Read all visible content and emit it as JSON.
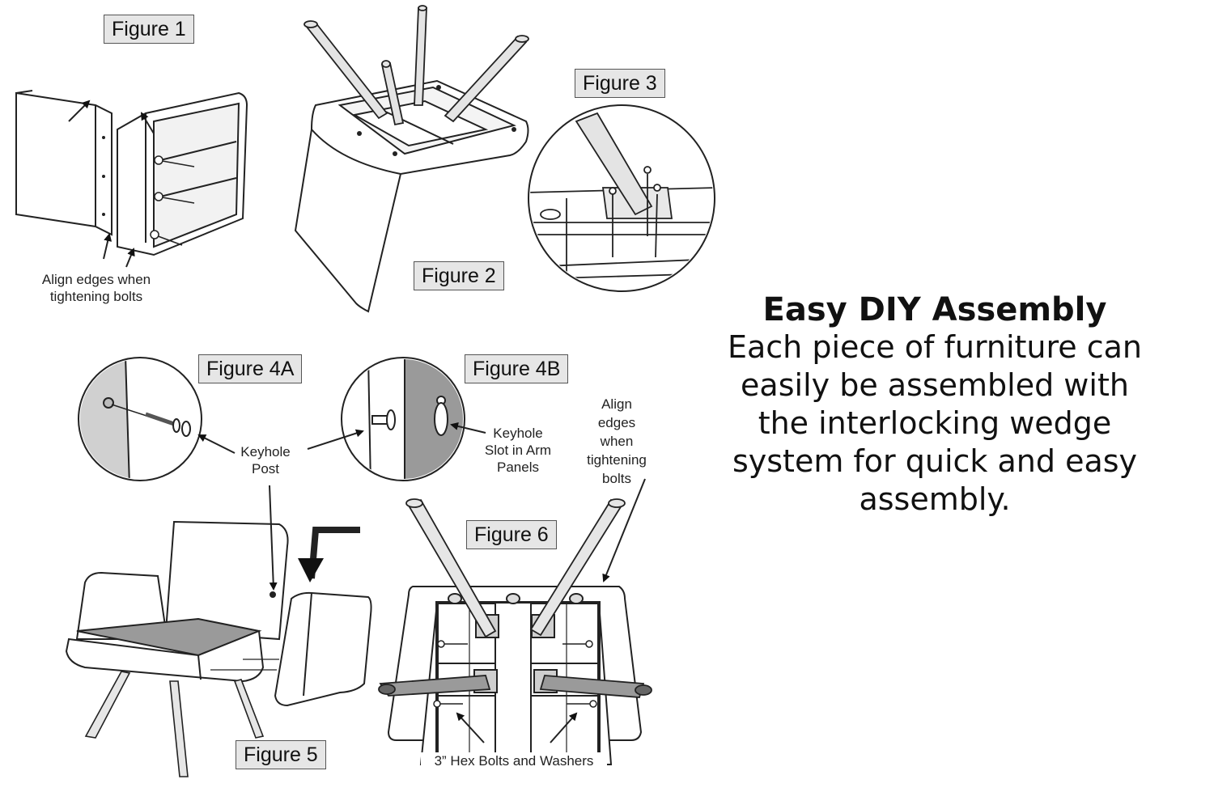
{
  "figures": {
    "fig1": "Figure 1",
    "fig2": "Figure 2",
    "fig3": "Figure 3",
    "fig4a": "Figure 4A",
    "fig4b": "Figure 4B",
    "fig5": "Figure 5",
    "fig6": "Figure 6"
  },
  "notes": {
    "align1_line1": "Align edges when",
    "align1_line2": "tightening bolts",
    "keyhole_post_line1": "Keyhole",
    "keyhole_post_line2": "Post",
    "keyhole_slot_line1": "Keyhole",
    "keyhole_slot_line2": "Slot in Arm",
    "keyhole_slot_line3": "Panels",
    "align6_line1": "Align",
    "align6_line2": "edges",
    "align6_line3": "when",
    "align6_line4": "tightening",
    "align6_line5": "bolts",
    "hex_bolts": "3” Hex Bolts and Washers"
  },
  "promo": {
    "title": "Easy DIY Assembly",
    "line1": "Each piece of furniture can",
    "line2": "easily be assembled with",
    "line3": "the interlocking wedge",
    "line4": "system for quick and easy",
    "line5": "assembly."
  }
}
